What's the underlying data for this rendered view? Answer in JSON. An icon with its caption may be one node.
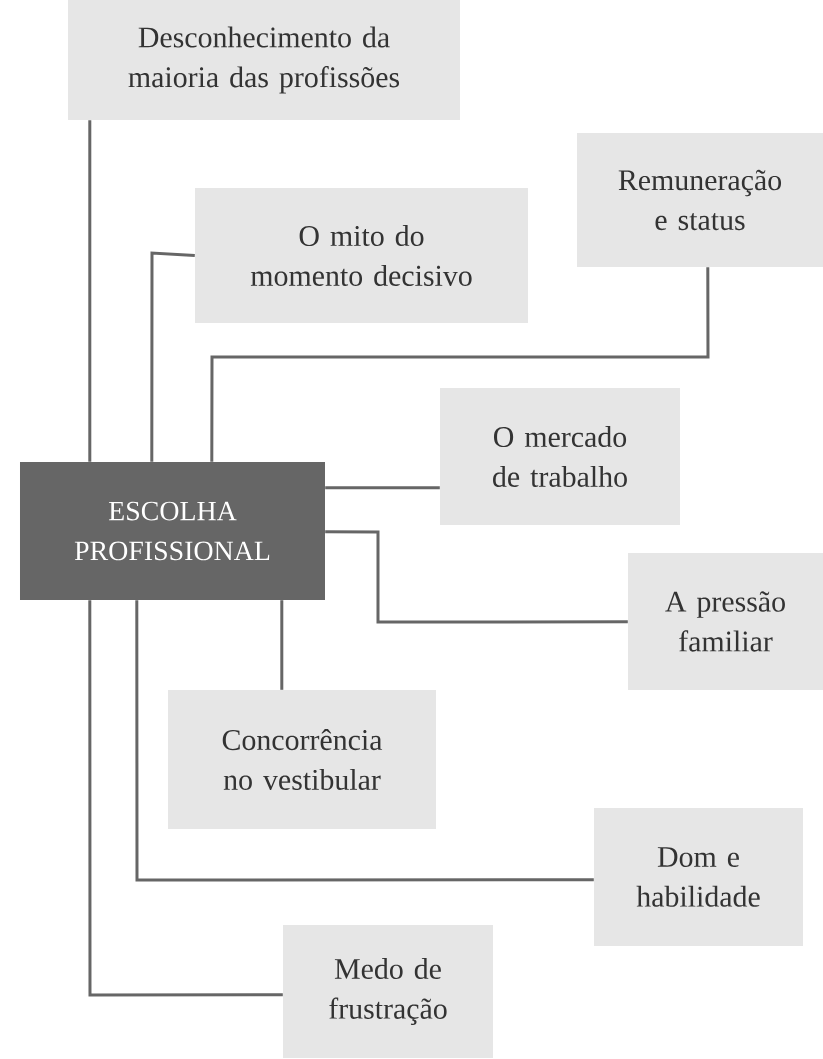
{
  "diagram": {
    "nodes": [
      {
        "text": [
          "ESCOLHA PROFISSIONAL"
        ]
      },
      {
        "text": [
          "Desconhecimento da maioria das profissões"
        ]
      },
      {
        "text": [
          "O mito do momento decisivo"
        ]
      },
      {
        "text": [
          "Remuneração e status"
        ]
      },
      {
        "text": [
          "O mercado de trabalho"
        ]
      },
      {
        "text": [
          "A pressão familiar"
        ]
      },
      {
        "text": [
          "Concorrência no vestibular"
        ]
      },
      {
        "text": [
          "Dom e habilidade"
        ]
      },
      {
        "text": [
          "Medo de frustração"
        ]
      }
    ],
    "edges": [
      {
        "from": 0,
        "to": 1,
        "arrow": "none"
      },
      {
        "from": 0,
        "to": 2,
        "arrow": "none"
      },
      {
        "from": 0,
        "to": 3,
        "arrow": "none"
      },
      {
        "from": 0,
        "to": 4,
        "arrow": "none"
      },
      {
        "from": 0,
        "to": 5,
        "arrow": "none"
      },
      {
        "from": 0,
        "to": 6,
        "arrow": "none"
      },
      {
        "from": 0,
        "to": 7,
        "arrow": "none"
      },
      {
        "from": 0,
        "to": 8,
        "arrow": "none"
      }
    ]
  }
}
